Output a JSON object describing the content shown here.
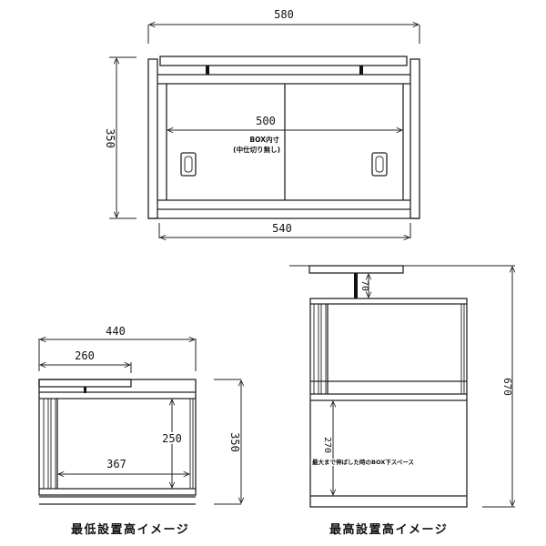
{
  "top_view": {
    "dim_overall_width": "580",
    "dim_height": "350",
    "dim_inner_width": "500",
    "dim_base_width": "540",
    "inner_label_line1": "BOX内寸",
    "inner_label_line2": "(中仕切り無し)"
  },
  "min_height_view": {
    "caption": "最低設置高イメージ",
    "dim_depth": "440",
    "dim_top_plate_depth": "260",
    "dim_inner_height": "250",
    "dim_inner_depth": "367",
    "dim_total_height": "350"
  },
  "max_height_view": {
    "caption": "最高設置高イメージ",
    "dim_extension": "70",
    "dim_under_space": "270",
    "under_space_label": "最大まで伸ばした時のBOX下スペース",
    "dim_total_height": "670"
  },
  "colors": {
    "line": "#222222",
    "background": "#ffffff"
  }
}
